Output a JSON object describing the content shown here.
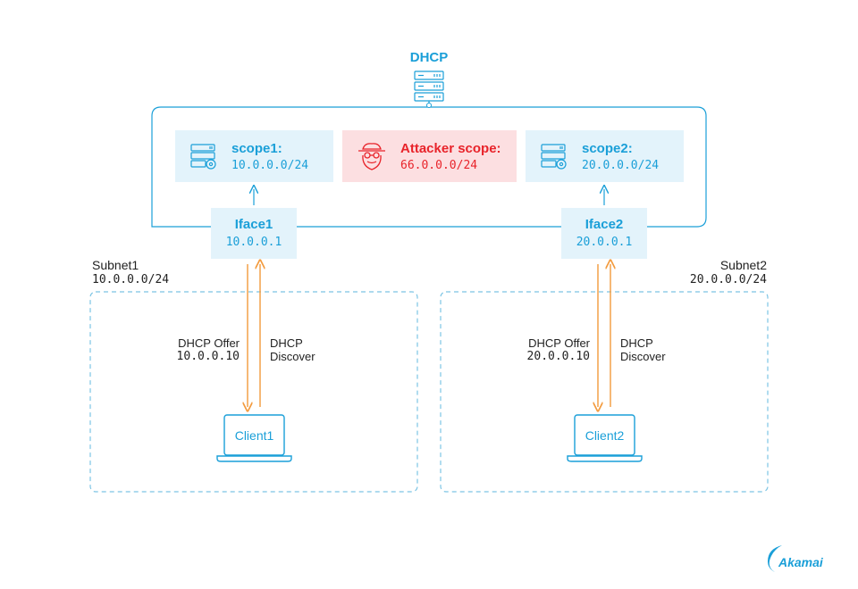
{
  "server": {
    "label": "DHCP",
    "icon": "server-icon"
  },
  "scopes": [
    {
      "name": "scope1:",
      "cidr": "10.0.0.0/24",
      "icon": "server-gear-icon"
    },
    {
      "name": "Attacker scope:",
      "cidr": "66.0.0.0/24",
      "icon": "spy-icon"
    },
    {
      "name": "scope2:",
      "cidr": "20.0.0.0/24",
      "icon": "server-gear-icon"
    }
  ],
  "interfaces": [
    {
      "name": "Iface1",
      "ip": "10.0.0.1"
    },
    {
      "name": "Iface2",
      "ip": "20.0.0.1"
    }
  ],
  "subnets": [
    {
      "name": "Subnet1",
      "cidr": "10.0.0.0/24",
      "offer_label": "DHCP Offer",
      "offer_ip": "10.0.0.10",
      "discover_label_1": "DHCP",
      "discover_label_2": "Discover",
      "client": "Client1"
    },
    {
      "name": "Subnet2",
      "cidr": "20.0.0.0/24",
      "offer_label": "DHCP Offer",
      "offer_ip": "20.0.0.10",
      "discover_label_1": "DHCP",
      "discover_label_2": "Discover",
      "client": "Client2"
    }
  ],
  "brand": {
    "name": "Akamai"
  },
  "colors": {
    "accent": "#1a9fd8",
    "attacker": "#e8232a",
    "arrow": "#f39a3c",
    "box_bg": "#e3f3fb",
    "attacker_bg": "#fcdfe1",
    "subnet_border": "#7cc4e4"
  }
}
